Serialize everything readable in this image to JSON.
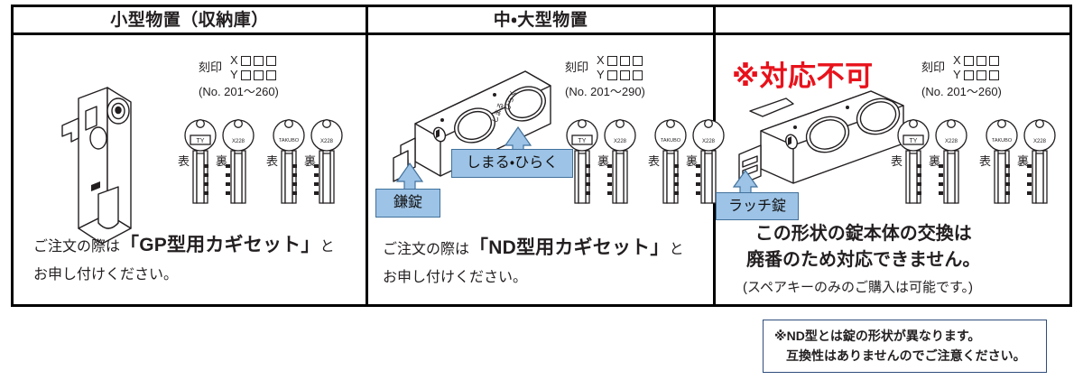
{
  "panels": [
    {
      "id": "small-storage",
      "header": "小型物置（収納庫）",
      "stamp": {
        "label": "刻印",
        "letters": [
          "X",
          "Y"
        ],
        "box_count": 3,
        "number_range": "(No. 201〜260)"
      },
      "keys": [
        {
          "face": "表",
          "head_mark": "TY"
        },
        {
          "face": "裏",
          "head_mark": "X228"
        },
        {
          "face": "表",
          "head_mark": "TAKUBO"
        },
        {
          "face": "裏",
          "head_mark": "X228"
        }
      ],
      "callouts": [],
      "order_text": {
        "prefix": "ご注文の際は",
        "open_quote": "「",
        "emphasis": "GP型用カギセット",
        "close_quote": "」",
        "suffix": "と",
        "line2": "お申し付けください。"
      }
    },
    {
      "id": "medium-large-storage",
      "header": "中・大型物置",
      "stamp": {
        "label": "刻印",
        "letters": [
          "X",
          "Y"
        ],
        "box_count": 3,
        "number_range": "(No. 201〜290)"
      },
      "keys": [
        {
          "face": "表",
          "head_mark": "TY"
        },
        {
          "face": "裏",
          "head_mark": "X228"
        },
        {
          "face": "表",
          "head_mark": "TAKUBO"
        },
        {
          "face": "裏",
          "head_mark": "X228"
        }
      ],
      "callouts": [
        {
          "name": "kamajou",
          "label": "鎌錠"
        },
        {
          "name": "shimaru-hiraku",
          "label": "しまる・ひらく"
        }
      ],
      "order_text": {
        "prefix": "ご注文の際は",
        "open_quote": "「",
        "emphasis": "ND型用カギセット",
        "close_quote": "」",
        "suffix": "と",
        "line2": "お申し付けください。"
      }
    },
    {
      "id": "unsupported-latch",
      "header": "",
      "warning_badge": "※対応不可",
      "stamp": {
        "label": "刻印",
        "letters": [
          "X",
          "Y"
        ],
        "box_count": 3,
        "number_range": "(No. 201〜260)"
      },
      "keys": [
        {
          "face": "表",
          "head_mark": "TY"
        },
        {
          "face": "裏",
          "head_mark": "X228"
        },
        {
          "face": "表",
          "head_mark": "TAKUBO"
        },
        {
          "face": "裏",
          "head_mark": "X228"
        }
      ],
      "callouts": [
        {
          "name": "latch-lock",
          "label": "ラッチ錠"
        }
      ],
      "message": {
        "line1": "この形状の錠本体の交換は",
        "line2": "廃番のため対応できません。",
        "sub": "(スペアキーのみのご購入は可能です。)"
      }
    }
  ],
  "note_box": {
    "line1": "※ND型とは錠の形状が異なります。",
    "line2": "互換性はありませんのでご注意ください。"
  },
  "colors": {
    "frame": "#000000",
    "text": "#231f20",
    "warning_red": "#e8121b",
    "callout_fill": "#9dc3e6",
    "callout_border": "#41719c",
    "note_border": "#2e4d7b"
  }
}
